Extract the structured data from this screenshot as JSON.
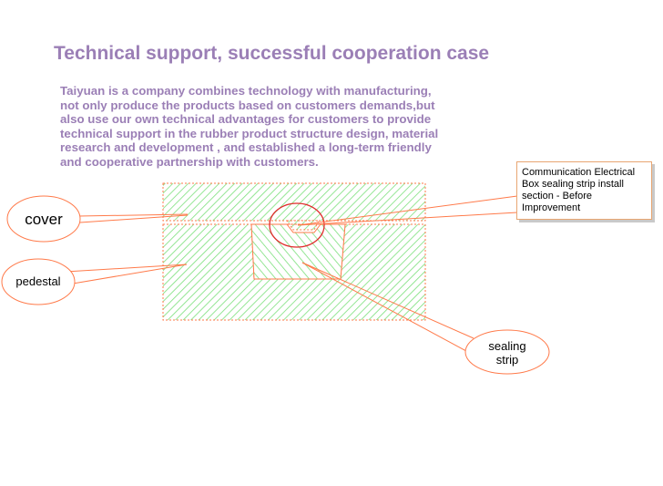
{
  "title": "Technical support, successful cooperation case",
  "intro_lines": [
    "Taiyuan is a company combines technology with manufacturing,",
    "not only produce the products based on customers demands,but",
    "also use our own technical advantages for customers to provide",
    "technical support in the rubber product structure design, material",
    "research and development , and established a long-term friendly",
    "and cooperative partnership with customers."
  ],
  "diagram": {
    "callout_lines": [
      "Communication Electrical",
      "Box sealing strip install",
      "section - Before",
      "Improvement"
    ],
    "labels": {
      "cover": "cover",
      "pedestal": "pedestal",
      "sealing_strip_line1": "sealing",
      "sealing_strip_line2": "strip"
    },
    "colors": {
      "text_accent": "#9b7fb6",
      "hatch": "#7be07b",
      "outline": "#ff7a4a",
      "callout_border": "#e8a672"
    }
  }
}
